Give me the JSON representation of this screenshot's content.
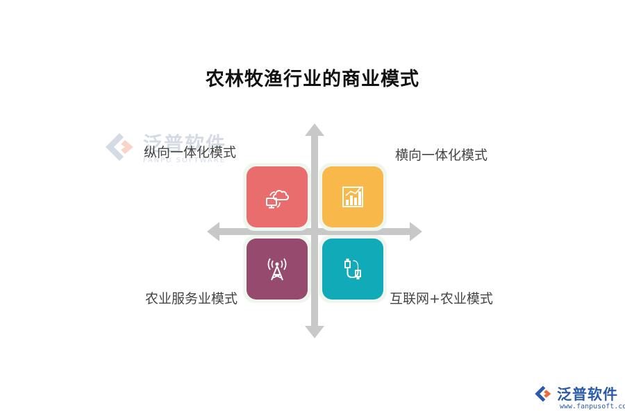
{
  "title": "农林牧渔行业的商业模式",
  "quadrants": [
    {
      "label": "纵向一体化模式",
      "icon": "cloud-computer-icon",
      "color": "#e96d6d"
    },
    {
      "label": "横向一体化模式",
      "icon": "bar-chart-icon",
      "color": "#f8b84a"
    },
    {
      "label": "农业服务业模式",
      "icon": "signal-tower-icon",
      "color": "#964a6e"
    },
    {
      "label": "互联网+农业模式",
      "icon": "usb-cable-icon",
      "color": "#10aab9"
    }
  ],
  "watermark": {
    "cn": "泛普软件",
    "en": "FANPU SOFTWARE"
  },
  "logo": {
    "cn": "泛普软件",
    "url": "www.fanpusoft.com"
  },
  "colors": {
    "axis": "#c8c8c8",
    "brand": "#2a5aa8"
  }
}
